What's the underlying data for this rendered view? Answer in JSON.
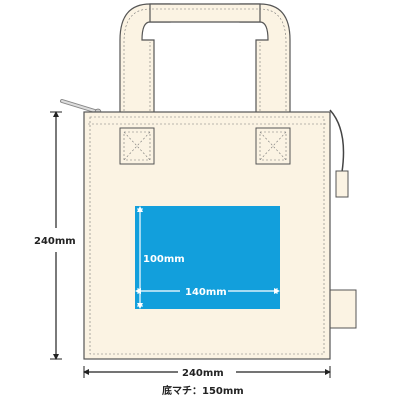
{
  "colors": {
    "bag_fill": "#fbf3e3",
    "bag_stroke": "#555555",
    "print_area_fill": "#129fdc",
    "dimension_line": "#222222"
  },
  "dimensions": {
    "bag_height": "240mm",
    "bag_width": "240mm",
    "gusset": "底マチ：150mm",
    "print_area_height": "100mm",
    "print_area_width": "140mm"
  },
  "icons": {
    "zipper_pull": "zipper-pull-icon",
    "side_tab": "side-tab-icon",
    "handle_reinforcement": "x-stitch-icon"
  }
}
